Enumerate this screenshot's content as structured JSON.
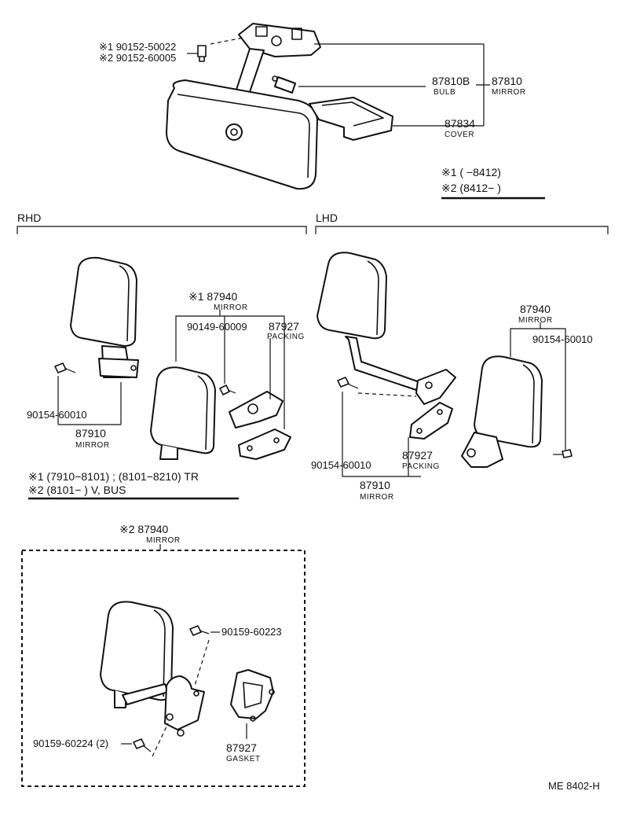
{
  "top": {
    "bolt_note1": "※1 90152-50022",
    "bolt_note2": "※2 90152-60005",
    "bulb_no": "87810B",
    "bulb_name": "BULB",
    "mirror_no": "87810",
    "mirror_name": "MIRROR",
    "cover_no": "87834",
    "cover_name": "COVER",
    "note1": "※1 (        −8412)",
    "note2": "※2 (8412−        )"
  },
  "rhd": {
    "heading": "RHD",
    "bolt_no": "90154-60010",
    "mirror_no": "87910",
    "mirror_name": "MIRROR",
    "ref_mirror_no": "※1 87940",
    "ref_mirror_name": "MIRROR",
    "screw_no": "90149-60009",
    "packing_no": "87927",
    "packing_name": "PACKING",
    "note1": "※1 (7910−8101) ; (8101−8210) TR",
    "note2": "※2 (8101−        ) V, BUS"
  },
  "lhd": {
    "heading": "LHD",
    "ref_mirror_no": "87940",
    "ref_mirror_name": "MIRROR",
    "screw_no": "90154-60010",
    "bolt_no": "90154-60010",
    "packing_no": "87927",
    "packing_name": "PACKING",
    "mirror_no": "87910",
    "mirror_name": "MIRROR"
  },
  "box": {
    "ref_mirror_no": "※2 87940",
    "ref_mirror_name": "MIRROR",
    "screw_upper": "90159-60223",
    "screw_lower": "90159-60224 (2)",
    "gasket_no": "87927",
    "gasket_name": "GASKET"
  },
  "footer": {
    "code": "ME  8402-H"
  }
}
